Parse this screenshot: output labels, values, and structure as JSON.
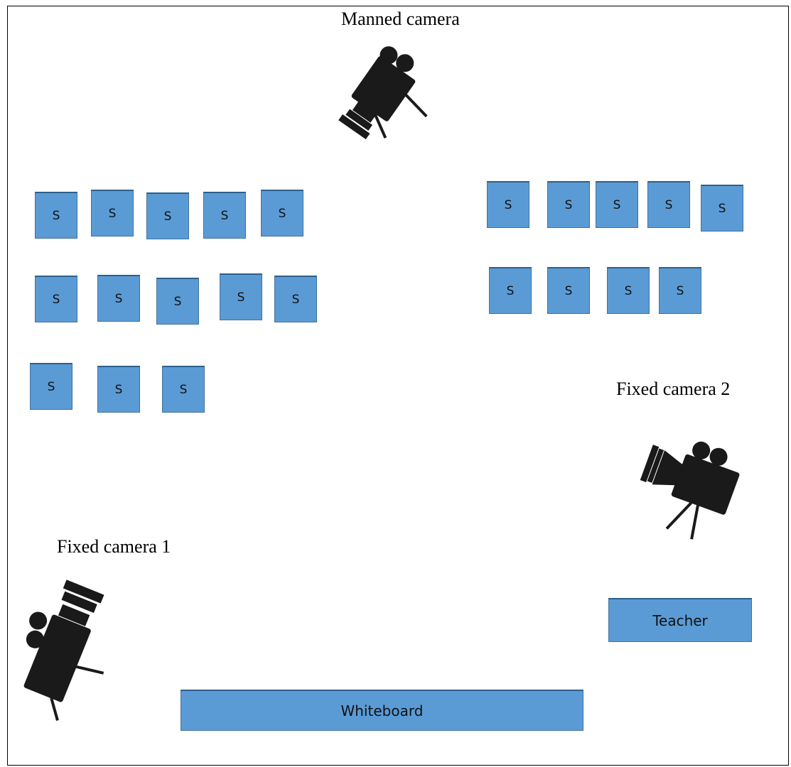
{
  "labels": {
    "manned_camera": "Manned camera",
    "fixed_camera_2": "Fixed camera 2",
    "fixed_camera_1": "Fixed camera 1"
  },
  "student_label": "S",
  "teacher_label": "Teacher",
  "whiteboard_label": "Whiteboard",
  "colors": {
    "seat_fill": "#5b9bd5",
    "seat_border": "#41719c",
    "camera": "#1a1a1a"
  },
  "icons": [
    "video-camera-icon",
    "video-camera-icon",
    "video-camera-icon"
  ]
}
